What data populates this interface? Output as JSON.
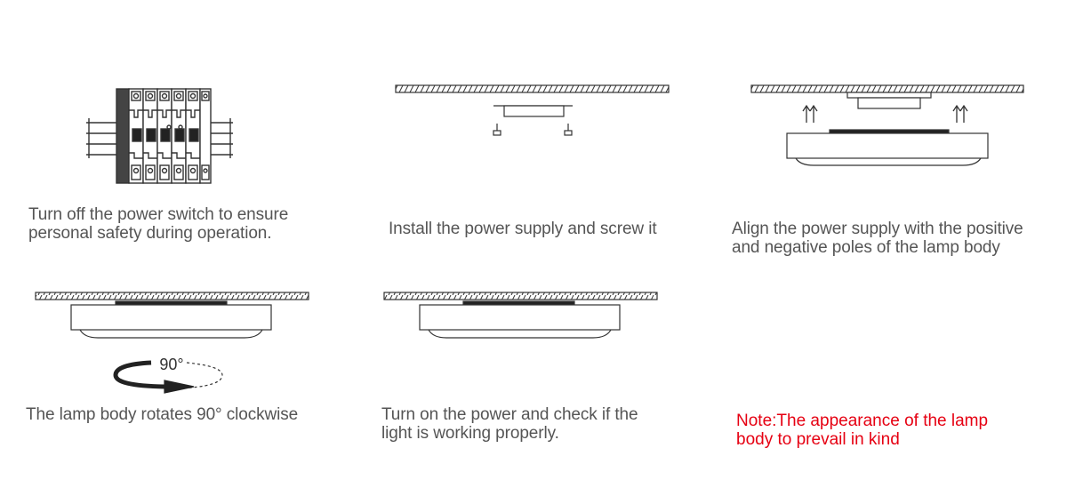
{
  "steps": [
    {
      "caption_lines": [
        "Turn off the power switch to ensure",
        "personal safety during operation."
      ]
    },
    {
      "caption_lines": [
        "Install the power supply and screw it"
      ]
    },
    {
      "caption_lines": [
        "Align the power supply with the positive",
        "and negative poles of the lamp body"
      ]
    },
    {
      "caption_lines": [
        "The lamp body rotates 90° clockwise"
      ],
      "rotation_label": "90°"
    },
    {
      "caption_lines": [
        "Turn on the power and check if the",
        "light is working properly."
      ]
    }
  ],
  "note": {
    "lines": [
      "Note:The appearance of the lamp",
      "body to prevail in kind"
    ],
    "color": "#e60012"
  },
  "colors": {
    "line": "#333333",
    "text": "#555555"
  }
}
